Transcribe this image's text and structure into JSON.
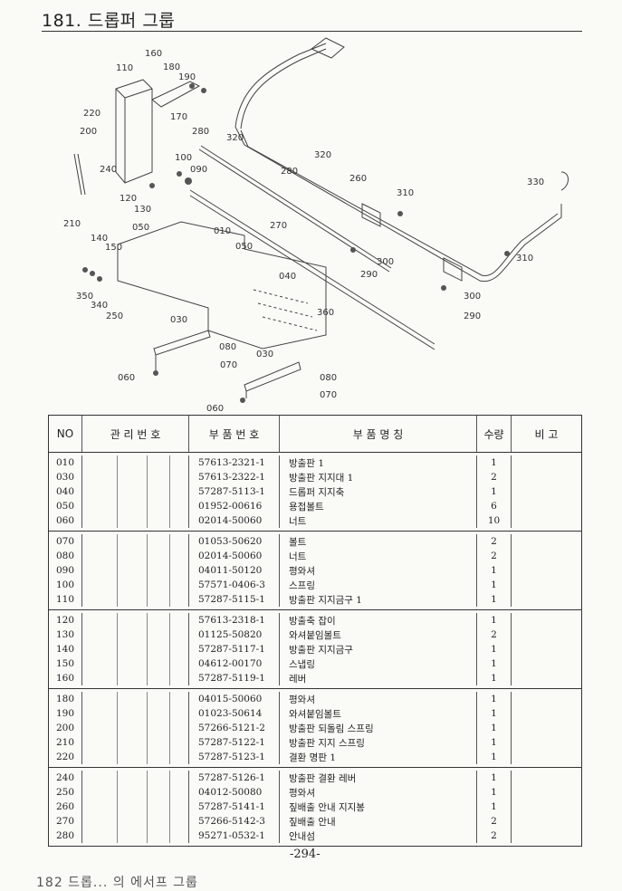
{
  "page": {
    "title": "181. 드롭퍼 그룹",
    "page_number": "-294-",
    "bottom_cut": "182 드롭... 의 에서프 그룹"
  },
  "diagram": {
    "callouts": [
      "160",
      "180",
      "190",
      "110",
      "170",
      "220",
      "200",
      "280",
      "320",
      "240",
      "100",
      "090",
      "320",
      "280",
      "260",
      "310",
      "330",
      "210",
      "140",
      "150",
      "120",
      "130",
      "050",
      "010",
      "050",
      "270",
      "300",
      "290",
      "310",
      "350",
      "340",
      "250",
      "040",
      "300",
      "290",
      "360",
      "030",
      "080",
      "070",
      "060",
      "030",
      "080",
      "070",
      "060"
    ]
  },
  "table": {
    "headers": {
      "no": "NO",
      "management": "관 리 번 호",
      "part_no": "부 품 번 호",
      "part_name": "부 품 명 칭",
      "qty": "수량",
      "remarks": "비 고"
    },
    "groups": [
      [
        {
          "no": "010",
          "part_no": "57613-2321-1",
          "name": "방출판 1",
          "qty": "1"
        },
        {
          "no": "030",
          "part_no": "57613-2322-1",
          "name": "방출판 지지대 1",
          "qty": "2"
        },
        {
          "no": "040",
          "part_no": "57287-5113-1",
          "name": "드롭퍼 지지축",
          "qty": "1"
        },
        {
          "no": "050",
          "part_no": "01952-00616",
          "name": "용접볼트",
          "qty": "6"
        },
        {
          "no": "060",
          "part_no": "02014-50060",
          "name": "너트",
          "qty": "10"
        }
      ],
      [
        {
          "no": "070",
          "part_no": "01053-50620",
          "name": "볼트",
          "qty": "2"
        },
        {
          "no": "080",
          "part_no": "02014-50060",
          "name": "너트",
          "qty": "2"
        },
        {
          "no": "090",
          "part_no": "04011-50120",
          "name": "평와셔",
          "qty": "1"
        },
        {
          "no": "100",
          "part_no": "57571-0406-3",
          "name": "스프링",
          "qty": "1"
        },
        {
          "no": "110",
          "part_no": "57287-5115-1",
          "name": "방출판 지지금구 1",
          "qty": "1"
        }
      ],
      [
        {
          "no": "120",
          "part_no": "57613-2318-1",
          "name": "방출축 잡이",
          "qty": "1"
        },
        {
          "no": "130",
          "part_no": "01125-50820",
          "name": "와셔붙임볼트",
          "qty": "2"
        },
        {
          "no": "140",
          "part_no": "57287-5117-1",
          "name": "방출판 지지금구",
          "qty": "1"
        },
        {
          "no": "150",
          "part_no": "04612-00170",
          "name": "스냅링",
          "qty": "1"
        },
        {
          "no": "160",
          "part_no": "57287-5119-1",
          "name": "레버",
          "qty": "1"
        }
      ],
      [
        {
          "no": "180",
          "part_no": "04015-50060",
          "name": "평와셔",
          "qty": "1"
        },
        {
          "no": "190",
          "part_no": "01023-50614",
          "name": "와셔붙임볼트",
          "qty": "1"
        },
        {
          "no": "200",
          "part_no": "57266-5121-2",
          "name": "방출판 되돌림 스프링",
          "qty": "1"
        },
        {
          "no": "210",
          "part_no": "57287-5122-1",
          "name": "방출판 지지 스프링",
          "qty": "1"
        },
        {
          "no": "220",
          "part_no": "57287-5123-1",
          "name": "결환 명판 1",
          "qty": "1"
        }
      ],
      [
        {
          "no": "240",
          "part_no": "57287-5126-1",
          "name": "방출판 결환 레버",
          "qty": "1"
        },
        {
          "no": "250",
          "part_no": "04012-50080",
          "name": "평와셔",
          "qty": "1"
        },
        {
          "no": "260",
          "part_no": "57287-5141-1",
          "name": "짚배출 안내 지지봉",
          "qty": "1"
        },
        {
          "no": "270",
          "part_no": "57266-5142-3",
          "name": "짚배출 안내",
          "qty": "2"
        },
        {
          "no": "280",
          "part_no": "95271-0532-1",
          "name": "안내섬",
          "qty": "2"
        }
      ]
    ]
  }
}
